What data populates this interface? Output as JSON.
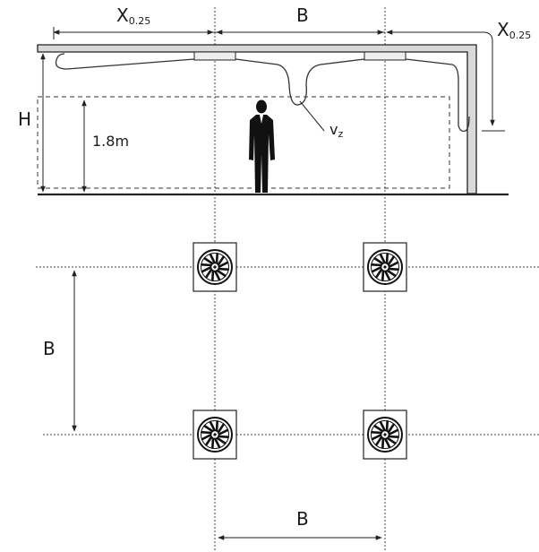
{
  "labels": {
    "x025_left_main": "X",
    "x025_left_sub": "0.25",
    "b_top": "B",
    "x025_right_main": "X",
    "x025_right_sub": "0.25",
    "h": "H",
    "height_occupied": "1.8m",
    "vz_main": "v",
    "vz_sub": "z",
    "b_left": "B",
    "b_bottom": "B"
  },
  "plan": {
    "diffuser_count": 4,
    "icon": "swirl-diffuser-icon"
  },
  "colors": {
    "line": "#222222",
    "ceiling_fill": "#d9d9d9",
    "person": "#111111"
  }
}
